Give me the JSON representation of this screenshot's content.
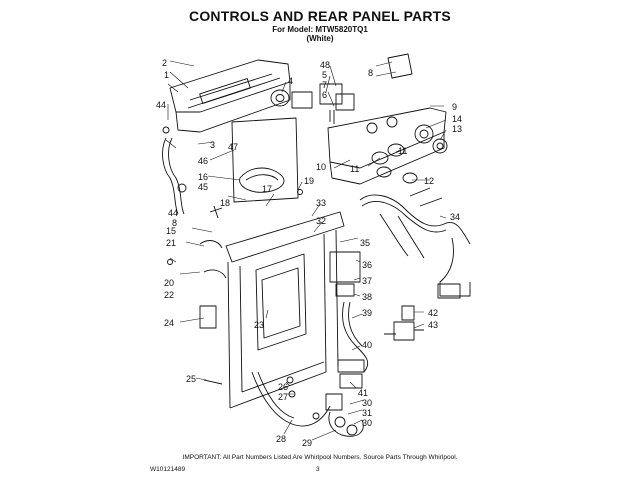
{
  "header": {
    "title": "CONTROLS AND REAR PANEL PARTS",
    "model_line": "For Model: MTW5820TQ1",
    "color_line": "(White)"
  },
  "footer": {
    "note": "IMPORTANT: All Part Numbers Listed Are Whirlpool Numbers. Source Parts Through Whirlpool.",
    "doc_code": "W10121489",
    "page": "3"
  },
  "callouts": {
    "c1": "1",
    "c2": "2",
    "c3": "3",
    "c4": "4",
    "c5": "5",
    "c6": "6",
    "c7": "7",
    "c8a": "8",
    "c8b": "8",
    "c9": "9",
    "c10": "10",
    "c11a": "11",
    "c11b": "11",
    "c12": "12",
    "c13": "13",
    "c14": "14",
    "c15": "15",
    "c16": "16",
    "c17": "17",
    "c18": "18",
    "c19": "19",
    "c20": "20",
    "c21": "21",
    "c22": "22",
    "c23": "23",
    "c24": "24",
    "c25": "25",
    "c26": "26",
    "c27": "27",
    "c28": "28",
    "c29": "29",
    "c30a": "30",
    "c30b": "30",
    "c31": "31",
    "c32": "32",
    "c33": "33",
    "c34": "34",
    "c35": "35",
    "c36": "36",
    "c37": "37",
    "c38": "38",
    "c39": "39",
    "c40": "40",
    "c41": "41",
    "c42": "42",
    "c43": "43",
    "c44a": "44",
    "c44b": "44",
    "c45": "45",
    "c46": "46",
    "c47": "47",
    "c48": "48"
  }
}
